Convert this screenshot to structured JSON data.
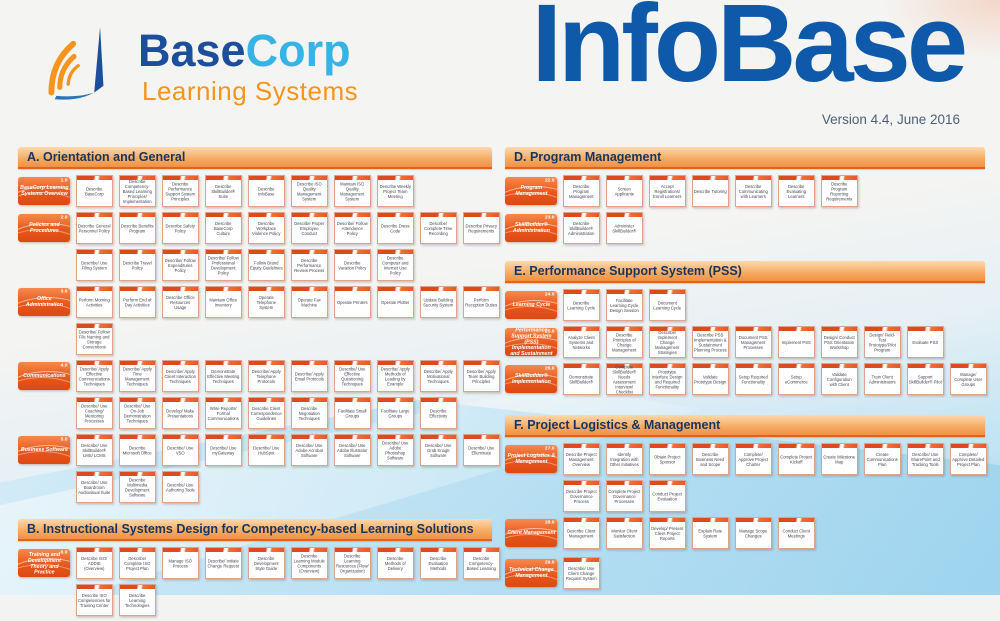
{
  "logo": {
    "base": "Base",
    "corp": "Corp",
    "sub": "Learning Systems"
  },
  "title": "InfoBase",
  "version": "Version 4.4, June 2016",
  "colors": {
    "title_blue": "#0e59a9",
    "brand_dark_blue": "#1b4f9c",
    "brand_light_blue": "#35b4e5",
    "brand_orange": "#f7941e",
    "section_header_gradient_top": "#fcd9ae",
    "section_header_gradient_bottom": "#f09146",
    "section_header_text": "#17355e",
    "row_label_orange": "#e8571d",
    "box_border": "#dfa28c",
    "box_strip": "#dd4a1d",
    "background_blue": "#a5d8f0"
  },
  "columns": [
    {
      "name": "left",
      "sections": [
        {
          "letter": "A",
          "title": "A. Orientation and General",
          "rows": [
            {
              "num": "1.0",
              "label": "BaseCorp Learning Systems Overview",
              "lines": [
                [
                  "Describe BaseCorp",
                  "Describe Competency-Based Learning Principles/ Implementation",
                  "Describe Performance Support System Principles",
                  "Describe SkillBuilder® Suite",
                  "Describe InfoBase",
                  "Describe ISO Quality Management System",
                  "Maintain ISO Quality Management System",
                  "Describe Weekly Project Team Meeting"
                ]
              ]
            },
            {
              "num": "2.0",
              "label": "Policies and Procedures",
              "lines": [
                [
                  "Describe General Personnel Policy",
                  "Describe Benefits Program",
                  "Describe Safety Policy",
                  "Describe BaseCorp Culture",
                  "Describe Workplace Violence Policy",
                  "Describe Proper Employee Conduct",
                  "Describe/ Follow Attendance Policy",
                  "Describe Dress Code",
                  "Describe/ Complete Time Recording",
                  "Describe Privacy Requirements"
                ],
                [
                  "Describe/ Use Filing System",
                  "Describe Travel Policy",
                  "Describe/ Follow Expenditures Policy",
                  "Describe/ Follow Professional Development Policy",
                  "Follow Brand Equity Guidelines",
                  "Describe Performance Review Process",
                  "Describe Vacation Policy",
                  "Describe Computer and Internet Use Policy"
                ]
              ]
            },
            {
              "num": "3.0",
              "label": "Office Administration",
              "lines": [
                [
                  "Perform Morning Activities",
                  "Perform End of Day Activities",
                  "Describe Office Resources Usage",
                  "Maintain Office Inventory",
                  "Operate Telephone System",
                  "Operate Fax Machine",
                  "Operate Printers",
                  "Operate Plotter",
                  "Update Building Security System",
                  "Perform Reception Duties"
                ],
                [
                  "Describe/ Follow File Naming and Storage Conventions"
                ]
              ]
            },
            {
              "num": "4.0",
              "label": "Communications",
              "lines": [
                [
                  "Describe/ Apply Effective Communications Techniques",
                  "Describe/ Apply Time Management Techniques",
                  "Describe/ Apply Client Interaction Techniques",
                  "Demonstrate Effective Meeting Techniques",
                  "Describe/ Apply Telephone Protocols",
                  "Describe/ Apply Email Protocols",
                  "Describe/ Use Effective Questioning Techniques",
                  "Describe/ Apply Methods of Leading by Example",
                  "Describe/ Apply Motivational Techniques",
                  "Describe/ Apply Team Building Principles"
                ],
                [
                  "Describe/ Use Coaching/ Mentoring Processes",
                  "Describe/ Use On-Job Demonstration Techniques",
                  "Develop/ Make Presentations",
                  "Write Reports/ Formal Communications",
                  "Describe Client Correspondence Guidelines",
                  "Describe Negotiation Techniques",
                  "Facilitate Small Groups",
                  "Facilitate Large Groups",
                  "Describe Effectivity"
                ]
              ]
            },
            {
              "num": "5.0",
              "label": "Business Software",
              "lines": [
                [
                  "Describe/ Use SkillBuilder® LMS/ LCMS",
                  "Describe Microsoft Office",
                  "Describe/ Use VSO",
                  "Describe/ Use myGateway",
                  "Describe/ Use HubSpot",
                  "Describe/ Use Adobe Acrobat Software",
                  "Describe/ Use Adobe Illustrator Software",
                  "Describe/ Use Adobe Photoshop Software",
                  "Describe/ Use Grab SnagIt Software",
                  "Describe/ Use Elluminate"
                ],
                [
                  "Describe/ Use Boardroom Audiovisual Suite",
                  "Describe Multimedia Development Software",
                  "Describe/ Use Authoring Tools"
                ]
              ]
            }
          ]
        },
        {
          "letter": "B",
          "title": "B. Instructional Systems Design for Competency-based Learning Solutions",
          "rows": [
            {
              "num": "6.0",
              "label": "Training and Development Theory and Practice",
              "lines": [
                [
                  "Describe ISO/ ADDIE (Overview)",
                  "Describe/ Complete ISO Project Plan",
                  "Manage ISO Process",
                  "Describe/ Initiate Change Request",
                  "Describe Development Style Guide",
                  "Describe Learning Module Components (Overview)",
                  "Describe Learning Resources (Flow/ Organization)",
                  "Describe Methods of Delivery",
                  "Describe Evaluation Methods",
                  "Describe Competency-Based Learning"
                ],
                [
                  "Describe ISO Competencies for Training Center",
                  "Describe Learning Technologies"
                ]
              ]
            }
          ]
        }
      ]
    },
    {
      "name": "right",
      "sections": [
        {
          "letter": "D",
          "title": "D. Program Management",
          "rows": [
            {
              "num": "22.0",
              "label": "Program Management",
              "lines": [
                [
                  "Describe Program Management",
                  "Screen Applicants",
                  "Accept Registrations/ Enroll Learners",
                  "Describe Tutoring",
                  "Describe Communicating with Learners",
                  "Describe Evaluating Learners",
                  "Describe Program Reporting Requirements"
                ]
              ]
            },
            {
              "num": "23.0",
              "label": "SkillBuilder® Administration",
              "lines": [
                [
                  "Describe SkillBuilder® Administration",
                  "Administer SkillBuilder®"
                ]
              ]
            }
          ]
        },
        {
          "letter": "E",
          "title": "E. Performance Support System (PSS)",
          "rows": [
            {
              "num": "24.0",
              "label": "Learning Cycle",
              "lines": [
                [
                  "Describe Learning Cycle",
                  "Facilitate Learning Cycle Design Session",
                  "Document Learning Cycle"
                ]
              ]
            },
            {
              "num": "25.0",
              "label": "Performance Support System (PSS) Implementation and Sustainment",
              "lines": [
                [
                  "Analyze Client Systems and Networks",
                  "Describe Principles of Change Management",
                  "Describe/ Implement Change Management Strategies",
                  "Describe PSS Implementation & Sustainment Planning Process",
                  "Document PSS Management Processes",
                  "Implement PSS",
                  "Design/ Conduct PSS Orientation Workshop",
                  "Design/ Field-Test Prototype/Pilot Program",
                  "Evaluate PSS"
                ]
              ]
            },
            {
              "num": "26.0",
              "label": "SkillBuilder® Implementation",
              "lines": [
                [
                  "Demonstrate SkillBuilder®",
                  "Complete SkillBuilder® Needs Assessment Interview/ Checklist",
                  "Prototype Interface Design and Required Functionality",
                  "Validate Prototype Design",
                  "Setup Required Functionality",
                  "Setup eCommerce",
                  "Validate Configuration with Client",
                  "Train Client Administrators",
                  "Support SkillBuilder® Pilot",
                  "Manage/ Complete User Groups"
                ]
              ]
            }
          ]
        },
        {
          "letter": "F",
          "title": "F. Project Logistics & Management",
          "rows": [
            {
              "num": "27.0",
              "label": "Project Logistics & Management",
              "lines": [
                [
                  "Describe Project Management Overview",
                  "Identify Integration with Other Initiatives",
                  "Obtain Project Sponsor",
                  "Describe Business Need and Scope",
                  "Complete/ Approve Project Charter",
                  "Complete Project Kickoff",
                  "Create Milestone Map",
                  "Create Communications Plan",
                  "Describe/ Use SharePoint and Tracking Tools",
                  "Complete/ Approve Detailed Project Plan"
                ],
                [
                  "Describe Project Governance Process",
                  "Complete Project Governance Processes",
                  "Conduct Project Evaluation"
                ]
              ]
            },
            {
              "num": "28.0",
              "label": "Client Management",
              "lines": [
                [
                  "Describe Client Management",
                  "Monitor Client Satisfaction",
                  "Develop/ Present Client Project Reports",
                  "Explain Rate System",
                  "Manage Scope Changes",
                  "Conduct Client Meetings"
                ]
              ]
            },
            {
              "num": "29.0",
              "label": "Technical Change Management",
              "lines": [
                [
                  "Describe/ Use Client Change Request System"
                ]
              ]
            }
          ]
        }
      ]
    }
  ]
}
